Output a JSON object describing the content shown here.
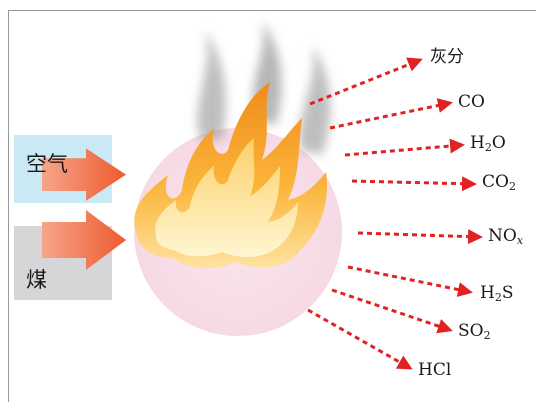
{
  "inputs": {
    "air": "空气",
    "coal": "煤"
  },
  "products": [
    {
      "id": "ash",
      "text": "灰分",
      "sub": "",
      "tail": ""
    },
    {
      "id": "co",
      "text": "CO",
      "sub": "",
      "tail": ""
    },
    {
      "id": "h2o",
      "text": "H",
      "sub": "2",
      "tail": "O"
    },
    {
      "id": "co2",
      "text": "CO",
      "sub": "2",
      "tail": ""
    },
    {
      "id": "nox",
      "text": "NO",
      "sub": "x",
      "tail": ""
    },
    {
      "id": "h2s",
      "text": "H",
      "sub": "2",
      "tail": "S"
    },
    {
      "id": "so2",
      "text": "SO",
      "sub": "2",
      "tail": ""
    },
    {
      "id": "hcl",
      "text": "HCl",
      "sub": "",
      "tail": ""
    }
  ],
  "colors": {
    "arrow": "#e02222",
    "glow": "#f6dbe6",
    "air_box": "#c9e9f5",
    "coal_box": "#d6d6d9",
    "input_arrow": "#f0774a"
  }
}
